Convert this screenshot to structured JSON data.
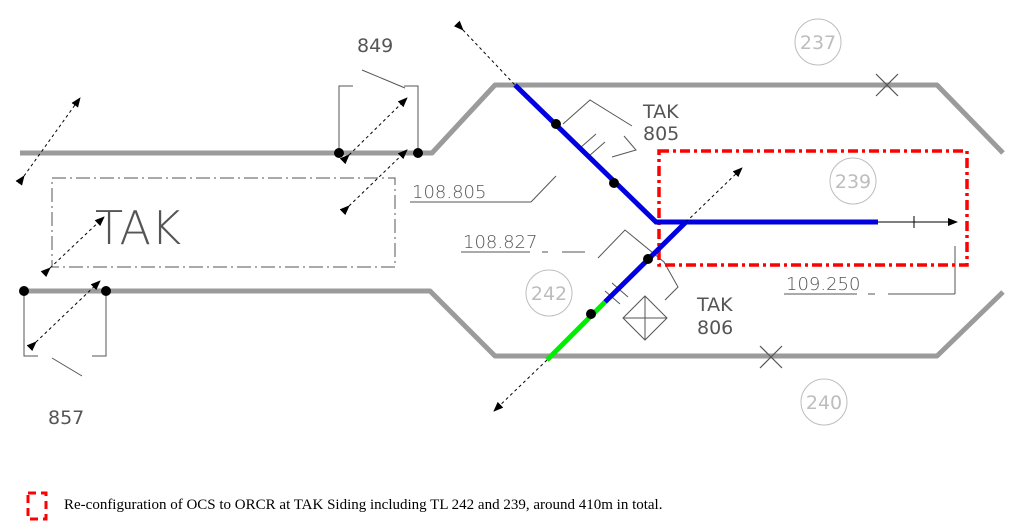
{
  "colors": {
    "track": "#9b9b9b",
    "blue_section": "#0000e0",
    "green_section": "#00ee00",
    "highlight_box": "#ff0000",
    "cad_line": "#555555",
    "circle_label": "#bdbdbd"
  },
  "diagram": {
    "station_label": "TAK",
    "switch_labels": {
      "s849": "849",
      "s857": "857",
      "tak805_line1": "TAK",
      "tak805_line2": "805",
      "tak806_line1": "TAK",
      "tak806_line2": "806"
    },
    "chainages": {
      "c108805": "108.805",
      "c108827": "108.827",
      "c109250": "109.250"
    },
    "track_labels": {
      "t237": "237",
      "t239": "239",
      "t240": "240",
      "t242": "242"
    }
  },
  "legend": {
    "icon": "dashed-red-box-icon",
    "text": "Re-configuration of OCS to ORCR at TAK Siding including TL 242 and 239, around 410m in total."
  }
}
